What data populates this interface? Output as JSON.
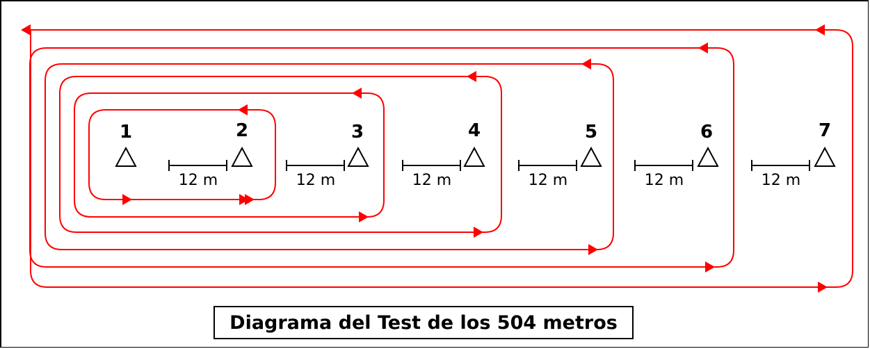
{
  "title": "Diagrama del Test de los 504 metros",
  "distance_label": "12 m",
  "cones": [
    "1",
    "2",
    "3",
    "4",
    "5",
    "6",
    "7"
  ],
  "colors": {
    "path": "#ff0000",
    "ink": "#000000",
    "background": "#ffffff"
  }
}
